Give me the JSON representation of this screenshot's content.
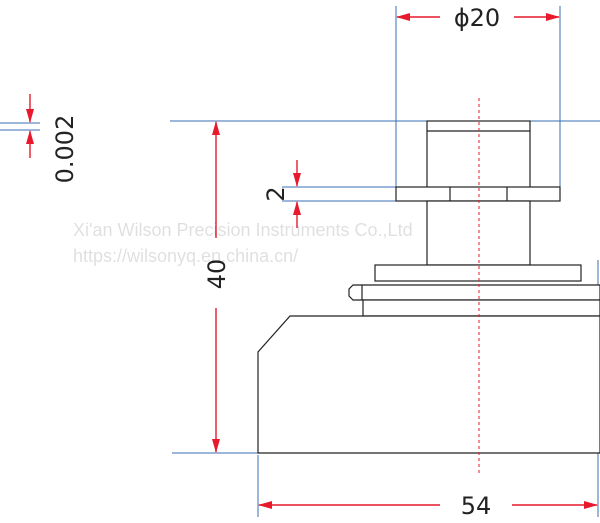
{
  "dimensions": {
    "diameter": "ϕ20",
    "flatness": "0.002",
    "thickness": "2",
    "height": "40",
    "width": "54"
  },
  "watermark": {
    "company": "Xi'an Wilson Precision Instruments Co.,Ltd",
    "url": "https://wilsonyq.en.china.cn/"
  },
  "colors": {
    "dimension_arrow": "#e8192c",
    "extension_line": "#3a6fb5",
    "outline": "#222222",
    "centerline": "#e8192c"
  }
}
